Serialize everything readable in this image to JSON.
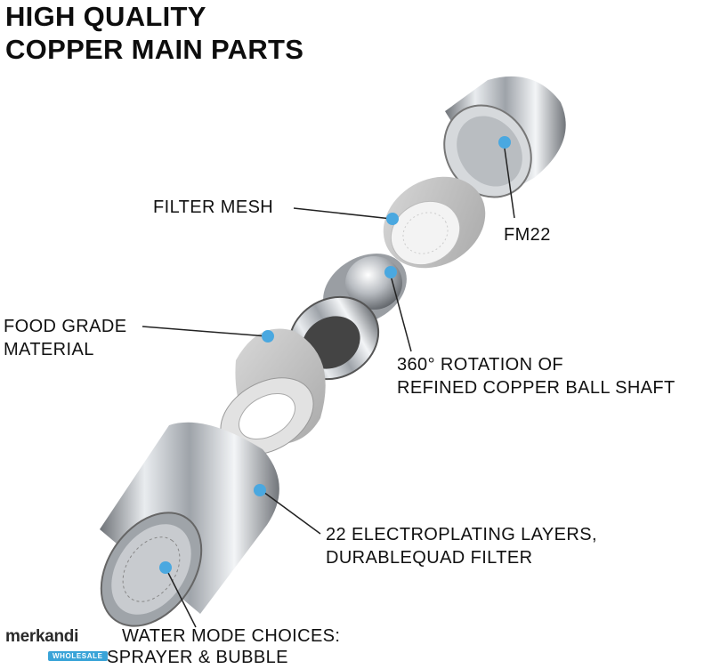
{
  "title": {
    "line1": "HIGH QUALITY",
    "line2": "COPPER MAIN PARTS"
  },
  "labels": {
    "filter_mesh": "FILTER MESH",
    "fm22": "FM22",
    "food_grade_1": "FOOD GRADE",
    "food_grade_2": "MATERIAL",
    "rotation_1": "360° ROTATION OF",
    "rotation_2": "REFINED COPPER BALL SHAFT",
    "electro_1": "22 ELECTROPLATING LAYERS,",
    "electro_2": "DURABLEQUAD FILTER",
    "water_1": "WATER MODE CHOICES:",
    "water_2": "SPRAYER & BUBBLE"
  },
  "watermark": {
    "brand": "merkandi",
    "sub": "WHOLESALE"
  },
  "colors": {
    "marker": "#4aa8e0",
    "chrome": "#c9ccd0",
    "rubber": "#bdbdbd"
  }
}
